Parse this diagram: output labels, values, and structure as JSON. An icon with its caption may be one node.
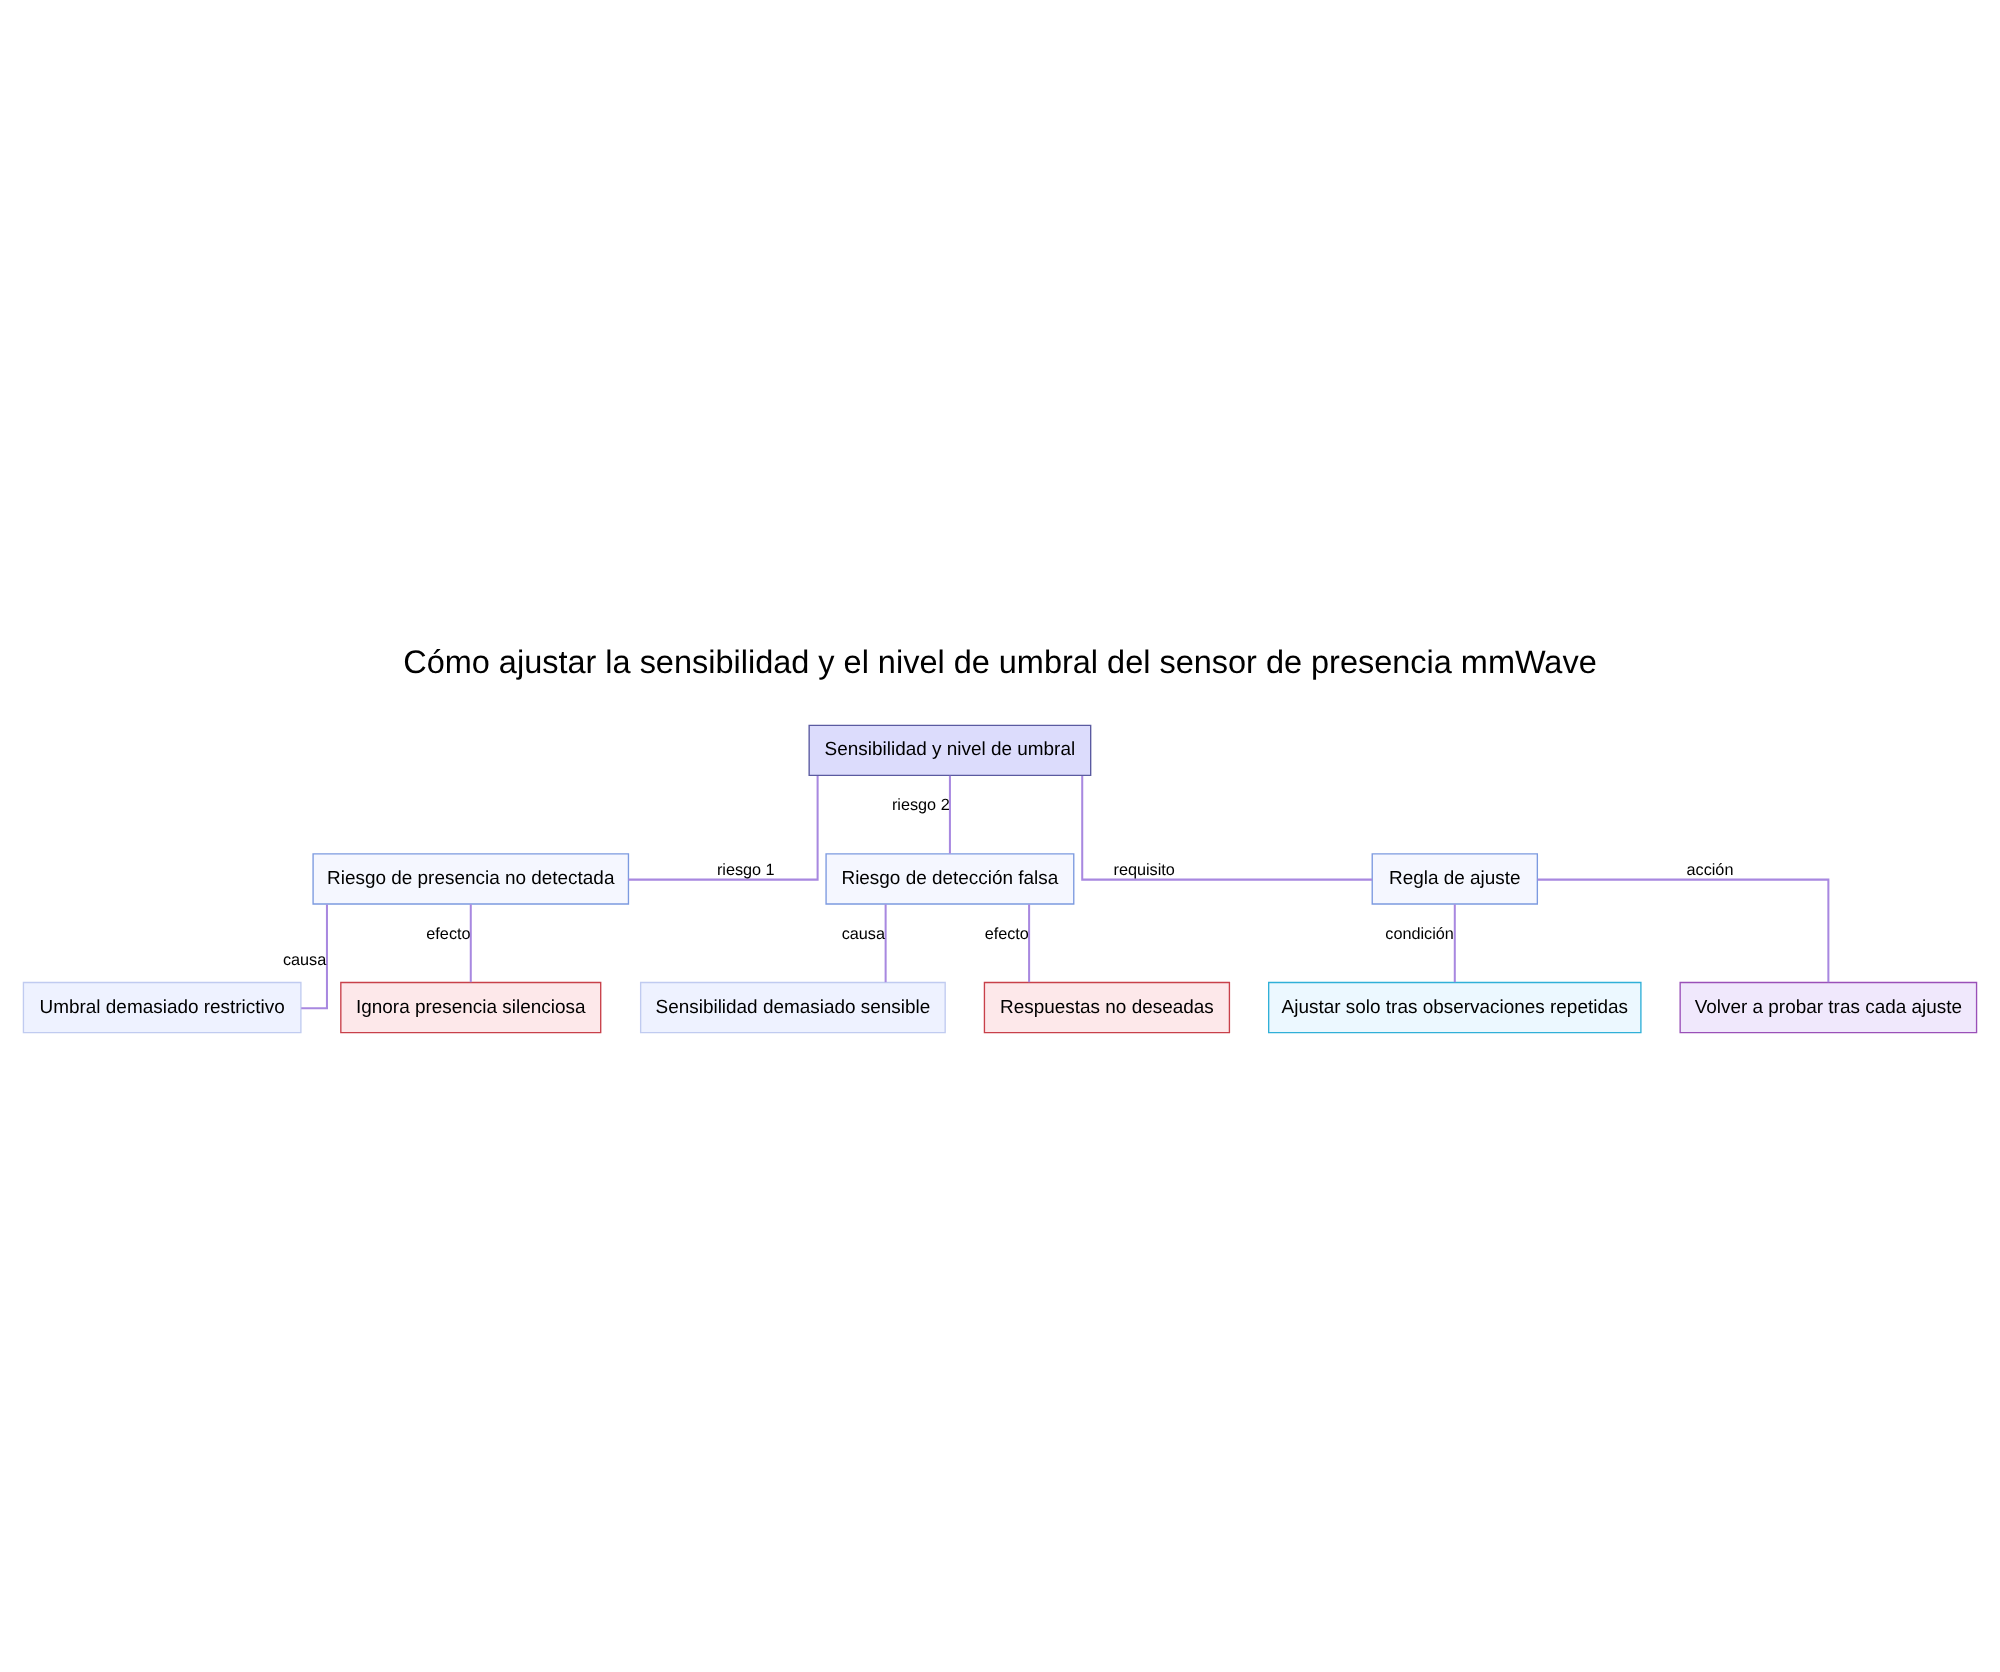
{
  "diagram": {
    "title": "Cómo ajustar la sensibilidad y el nivel de umbral del sensor de presencia mmWave",
    "nodes": [
      {
        "text": [
          "Sensibilidad y nivel de umbral"
        ]
      },
      {
        "text": [
          "Riesgo de presencia no detectada"
        ]
      },
      {
        "text": [
          "Riesgo de detección falsa"
        ]
      },
      {
        "text": [
          "Regla de ajuste"
        ]
      },
      {
        "text": [
          "Umbral demasiado restrictivo"
        ]
      },
      {
        "text": [
          "Ignora presencia silenciosa"
        ]
      },
      {
        "text": [
          "Sensibilidad demasiado sensible"
        ]
      },
      {
        "text": [
          "Respuestas no deseadas"
        ]
      },
      {
        "text": [
          "Ajustar solo tras observaciones repetidas"
        ]
      },
      {
        "text": [
          "Volver a probar tras cada ajuste"
        ]
      }
    ],
    "edges": [
      {
        "from": 0,
        "to": 1,
        "arrow": "none",
        "label": "riesgo 1"
      },
      {
        "from": 0,
        "to": 2,
        "arrow": "none",
        "label": "riesgo 2"
      },
      {
        "from": 0,
        "to": 3,
        "arrow": "none",
        "label": "requisito"
      },
      {
        "from": 1,
        "to": 4,
        "arrow": "none",
        "label": "causa"
      },
      {
        "from": 1,
        "to": 5,
        "arrow": "none",
        "label": "efecto"
      },
      {
        "from": 2,
        "to": 6,
        "arrow": "none",
        "label": "causa"
      },
      {
        "from": 2,
        "to": 7,
        "arrow": "none",
        "label": "efecto"
      },
      {
        "from": 3,
        "to": 8,
        "arrow": "none",
        "label": "condición"
      },
      {
        "from": 3,
        "to": 9,
        "arrow": "none",
        "label": "acción"
      }
    ]
  }
}
